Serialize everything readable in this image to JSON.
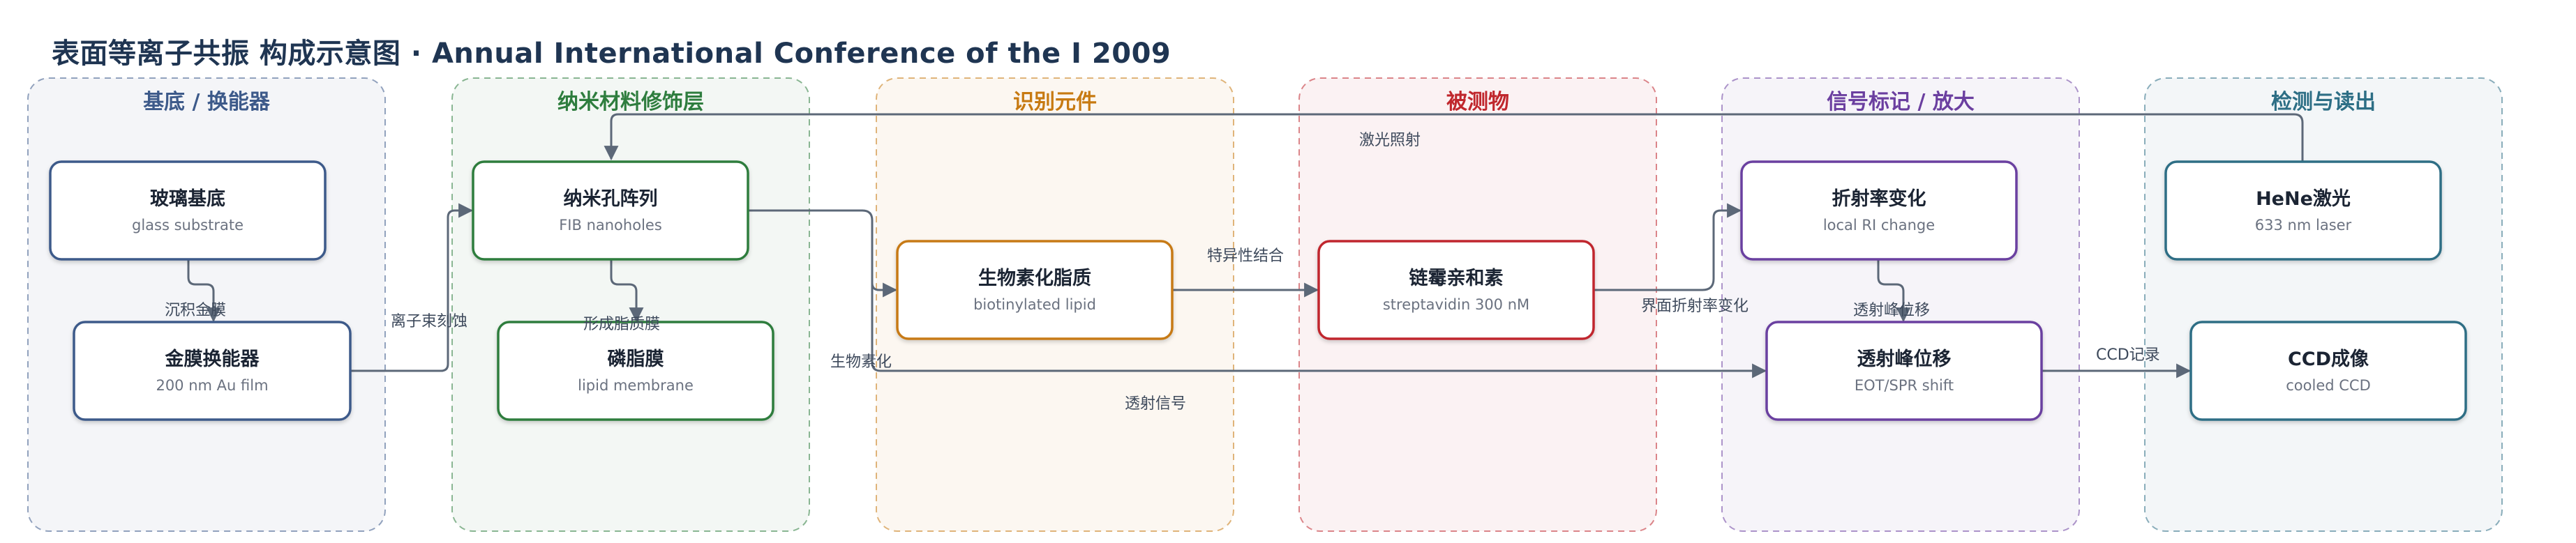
{
  "title": "表面等离子共振 构成示意图 · Annual International Conference of the I 2009",
  "lanes": [
    {
      "id": "substrate",
      "label": "基底 / 换能器",
      "color": "#3d5a8a"
    },
    {
      "id": "nano",
      "label": "纳米材料修饰层",
      "color": "#2e7d3e"
    },
    {
      "id": "recognition",
      "label": "识别元件",
      "color": "#c77a12"
    },
    {
      "id": "analyte",
      "label": "被测物",
      "color": "#c0272d"
    },
    {
      "id": "signal",
      "label": "信号标记 / 放大",
      "color": "#6b3fa0"
    },
    {
      "id": "readout",
      "label": "检测与读出",
      "color": "#2d6e85"
    }
  ],
  "nodes": [
    {
      "id": "glass",
      "title": "玻璃基底",
      "sub": "glass substrate",
      "lane": "substrate"
    },
    {
      "id": "au",
      "title": "金膜换能器",
      "sub": "200 nm Au film",
      "lane": "substrate"
    },
    {
      "id": "holes",
      "title": "纳米孔阵列",
      "sub": "FIB nanoholes",
      "lane": "nano"
    },
    {
      "id": "lipid",
      "title": "磷脂膜",
      "sub": "lipid membrane",
      "lane": "nano"
    },
    {
      "id": "biolipid",
      "title": "生物素化脂质",
      "sub": "biotinylated lipid",
      "lane": "recognition"
    },
    {
      "id": "strep",
      "title": "链霉亲和素",
      "sub": "streptavidin 300 nM",
      "lane": "analyte"
    },
    {
      "id": "ri",
      "title": "折射率变化",
      "sub": "local RI change",
      "lane": "signal"
    },
    {
      "id": "eot",
      "title": "透射峰位移",
      "sub": "EOT/SPR shift",
      "lane": "signal"
    },
    {
      "id": "laser",
      "title": "HeNe激光",
      "sub": "633 nm laser",
      "lane": "readout"
    },
    {
      "id": "ccd",
      "title": "CCD成像",
      "sub": "cooled CCD",
      "lane": "readout"
    }
  ],
  "edges": [
    {
      "from": "glass",
      "to": "au",
      "label": "沉积金膜"
    },
    {
      "from": "au",
      "to": "holes",
      "label": "离子束刻蚀"
    },
    {
      "from": "holes",
      "to": "lipid",
      "label": "形成脂质膜"
    },
    {
      "from": "holes",
      "to": "biolipid",
      "label": "生物素化"
    },
    {
      "from": "biolipid",
      "to": "strep",
      "label": "特异性结合"
    },
    {
      "from": "strep",
      "to": "ri",
      "label": "界面折射率变化"
    },
    {
      "from": "ri",
      "to": "eot",
      "label": "透射峰位移"
    },
    {
      "from": "eot",
      "to": "ccd",
      "label": "CCD记录"
    },
    {
      "from": "laser",
      "to": "holes",
      "label": "激光照射"
    },
    {
      "from": "au",
      "to": "eot",
      "label": "透射信号"
    }
  ]
}
